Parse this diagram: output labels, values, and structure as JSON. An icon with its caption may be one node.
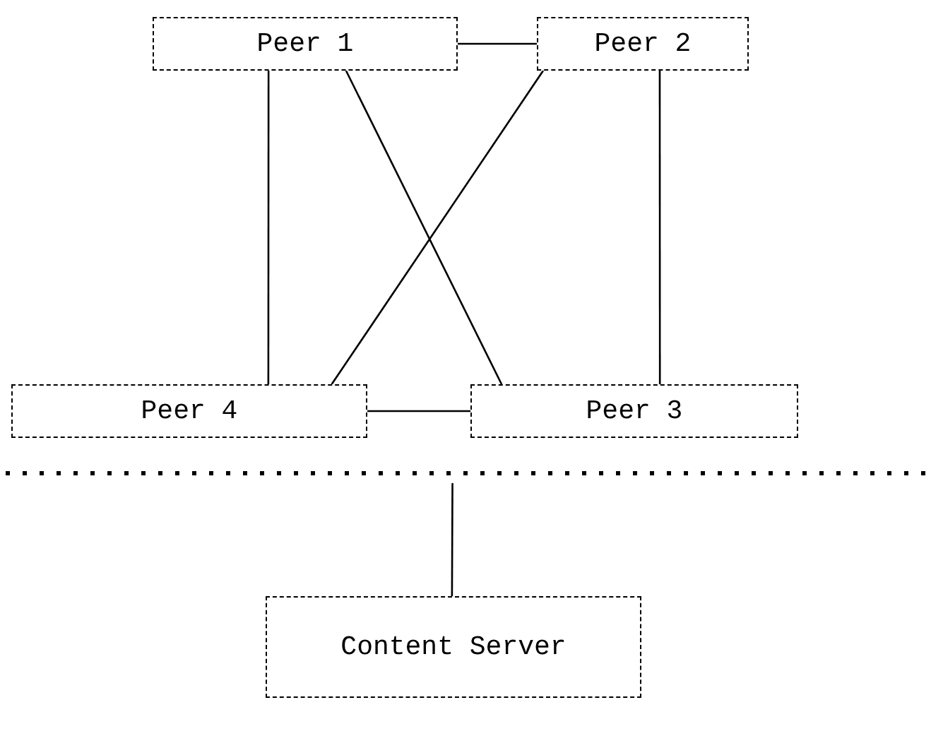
{
  "diagram": {
    "nodes": [
      {
        "text": [
          "Peer 1"
        ]
      },
      {
        "text": [
          "Peer 2"
        ]
      },
      {
        "text": [
          "Peer 4"
        ]
      },
      {
        "text": [
          "Peer 3"
        ]
      },
      {
        "text": [],
        "shape": "bar"
      },
      {
        "text": [
          "Content Server"
        ]
      }
    ],
    "edges": [
      {
        "from": 0,
        "to": 1,
        "arrow": "none"
      },
      {
        "from": 0,
        "to": 2,
        "arrow": "none"
      },
      {
        "from": 0,
        "to": 3,
        "arrow": "none"
      },
      {
        "from": 1,
        "to": 2,
        "arrow": "none"
      },
      {
        "from": 1,
        "to": 3,
        "arrow": "none"
      },
      {
        "from": 2,
        "to": 3,
        "arrow": "none"
      },
      {
        "from": 4,
        "to": 5,
        "arrow": "none"
      }
    ]
  }
}
